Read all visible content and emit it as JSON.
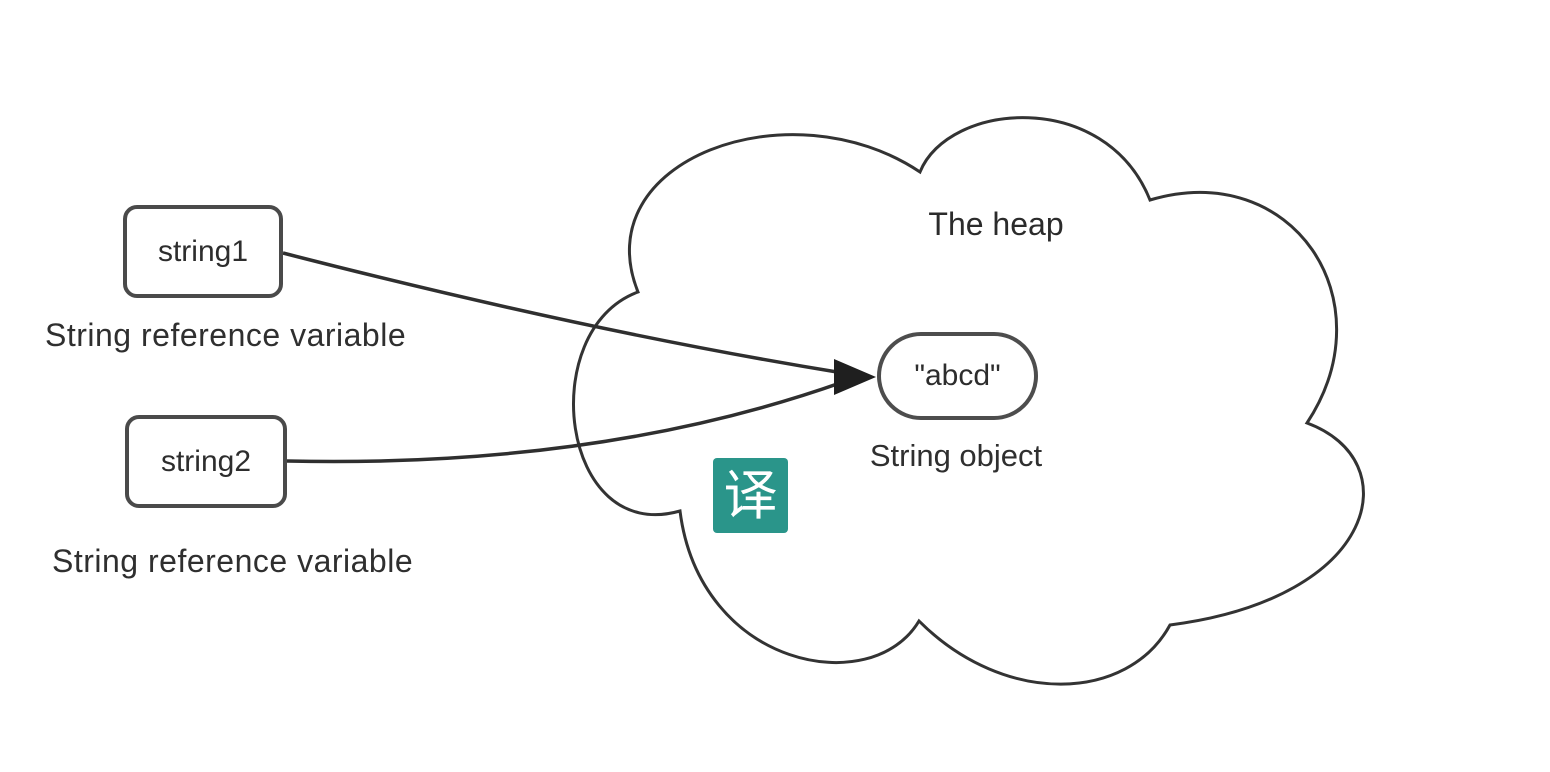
{
  "diagram": {
    "references": [
      {
        "label": "string1",
        "caption": "String reference variable"
      },
      {
        "label": "string2",
        "caption": "String reference variable"
      }
    ],
    "heap": {
      "title": "The heap",
      "object_value": "\"abcd\"",
      "object_caption": "String object"
    },
    "translate_badge": {
      "char": "译"
    },
    "colors": {
      "badge_teal": "#2A958A",
      "line": "#333333",
      "text": "#2D2D2D",
      "background": "#FFFFFF"
    }
  }
}
